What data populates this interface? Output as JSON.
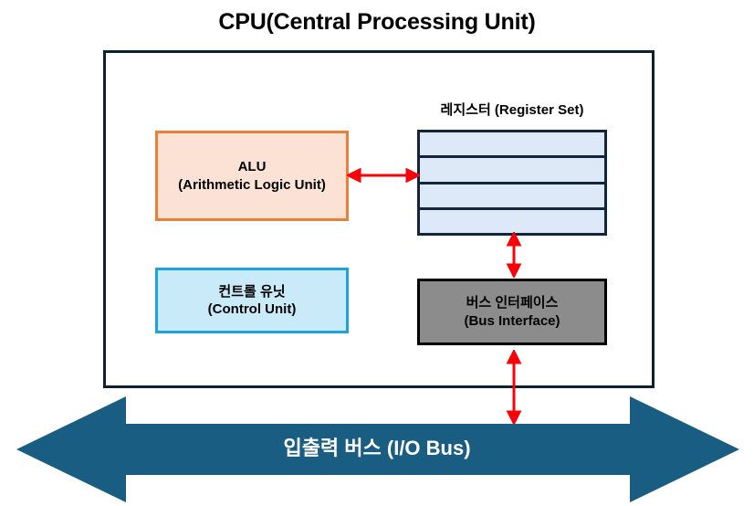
{
  "diagram": {
    "title": "CPU(Central Processing Unit)",
    "type": "block-diagram"
  },
  "cpu": {
    "frame_label": "CPU boundary",
    "border_color": "#0b2233"
  },
  "blocks": {
    "alu": {
      "line1": "ALU",
      "line2": "(Arithmetic Logic Unit)",
      "fill_color": "#fbe2d5",
      "border_color": "#e8803a"
    },
    "control_unit": {
      "line1": "컨트롤 유닛",
      "line2": "(Control Unit)",
      "fill_color": "#c8eaf9",
      "border_color": "#1fa3dd"
    },
    "register_set": {
      "label": "레지스터 (Register Set)",
      "row_count": 4,
      "rows": [
        "",
        "",
        "",
        ""
      ],
      "fill_color": "#dde9f7",
      "border_color": "#13253c"
    },
    "bus_interface": {
      "line1": "버스 인터페이스",
      "line2": "(Bus Interface)",
      "fill_color": "#8c8c8c",
      "border_color": "#000000"
    }
  },
  "io_bus": {
    "label": "입출력 버스 (I/O Bus)",
    "fill_color": "#1a5d82",
    "text_color": "#ffffff",
    "direction": "bidirectional"
  },
  "connectors": {
    "color": "#fb0007",
    "alu_to_register": {
      "name": "ALU ↔ Register Set",
      "orientation": "horizontal",
      "direction": "bidirectional"
    },
    "register_to_bus_interface": {
      "name": "Register Set ↔ Bus Interface",
      "orientation": "vertical",
      "direction": "bidirectional"
    },
    "bus_interface_to_io_bus": {
      "name": "Bus Interface ↔ I/O Bus",
      "orientation": "vertical",
      "direction": "bidirectional"
    }
  }
}
